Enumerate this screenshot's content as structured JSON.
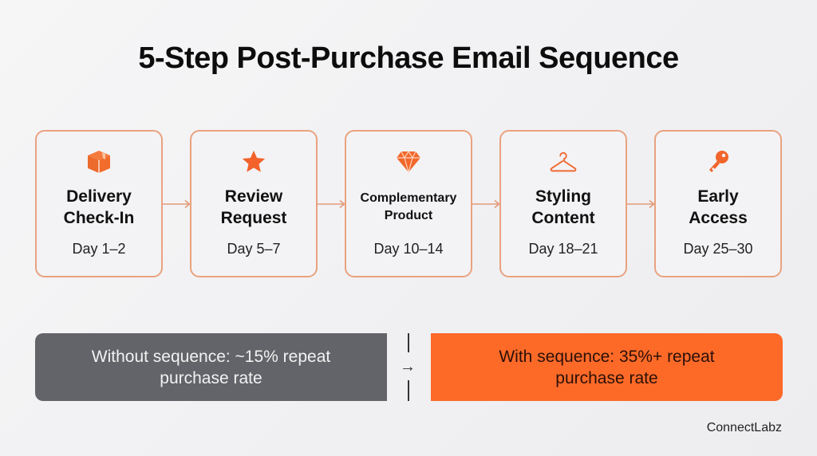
{
  "title": "5-Step Post-Purchase Email Sequence",
  "colors": {
    "accent": "#fd6a28",
    "border": "#e9a27f",
    "gray_bar": "#626469",
    "background": "#f3f3f5"
  },
  "steps": [
    {
      "icon": "package-icon",
      "name_line1": "Delivery",
      "name_line2": "Check-In",
      "day": "Day 1–2"
    },
    {
      "icon": "star-icon",
      "name_line1": "Review",
      "name_line2": "Request",
      "day": "Day 5–7"
    },
    {
      "icon": "gem-icon",
      "name_line1": "Complementary",
      "name_line2": "Product",
      "day": "Day 10–14"
    },
    {
      "icon": "hanger-icon",
      "name_line1": "Styling",
      "name_line2": "Content",
      "day": "Day 18–21"
    },
    {
      "icon": "key-icon",
      "name_line1": "Early",
      "name_line2": "Access",
      "day": "Day 25–30"
    }
  ],
  "comparison": {
    "without": {
      "line1": "Without sequence: ~15% repeat",
      "line2": "purchase rate"
    },
    "with": {
      "line1": "With sequence: 35%+ repeat",
      "line2": "purchase rate"
    },
    "arrow": "→"
  },
  "brand": "ConnectLabz"
}
